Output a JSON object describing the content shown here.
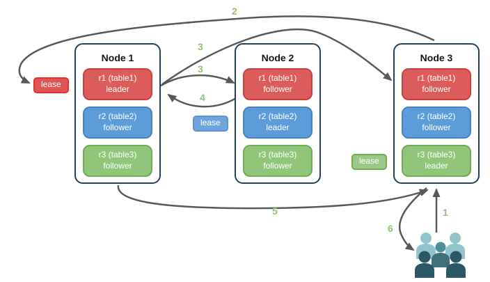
{
  "diagram": {
    "nodes": [
      {
        "title": "Node 1",
        "replicas": [
          {
            "label": "r1 (table1)",
            "role": "leader"
          },
          {
            "label": "r2 (table2)",
            "role": "follower"
          },
          {
            "label": "r3 (table3)",
            "role": "follower"
          }
        ]
      },
      {
        "title": "Node 2",
        "replicas": [
          {
            "label": "r1 (table1)",
            "role": "follower"
          },
          {
            "label": "r2 (table2)",
            "role": "leader"
          },
          {
            "label": "r3 (table3)",
            "role": "follower"
          }
        ]
      },
      {
        "title": "Node 3",
        "replicas": [
          {
            "label": "r1 (table1)",
            "role": "follower"
          },
          {
            "label": "r2 (table2)",
            "role": "follower"
          },
          {
            "label": "r3 (table3)",
            "role": "leader"
          }
        ]
      }
    ],
    "leases": {
      "red": "lease",
      "blue": "lease",
      "green": "lease"
    },
    "steps": {
      "s1": "1",
      "s2": "2",
      "s3a": "3",
      "s3b": "3",
      "s4": "4",
      "s5": "5",
      "s6": "6"
    },
    "colors": {
      "replica_red": "#dc5c5c",
      "replica_red_border": "#cc3f3f",
      "replica_blue": "#5c9cd9",
      "replica_blue_border": "#4285c7",
      "replica_green": "#90c57a",
      "replica_green_border": "#6fad55",
      "lease_red": "#e05454",
      "lease_blue": "#6fa4dd",
      "lease_green": "#9cc988",
      "node_border": "#24405f",
      "arrow": "#595959",
      "step_label": "#8cc374",
      "users_light": "#92c5c9",
      "users_mid": "#4f8d99",
      "users_dark": "#2b5766"
    }
  }
}
